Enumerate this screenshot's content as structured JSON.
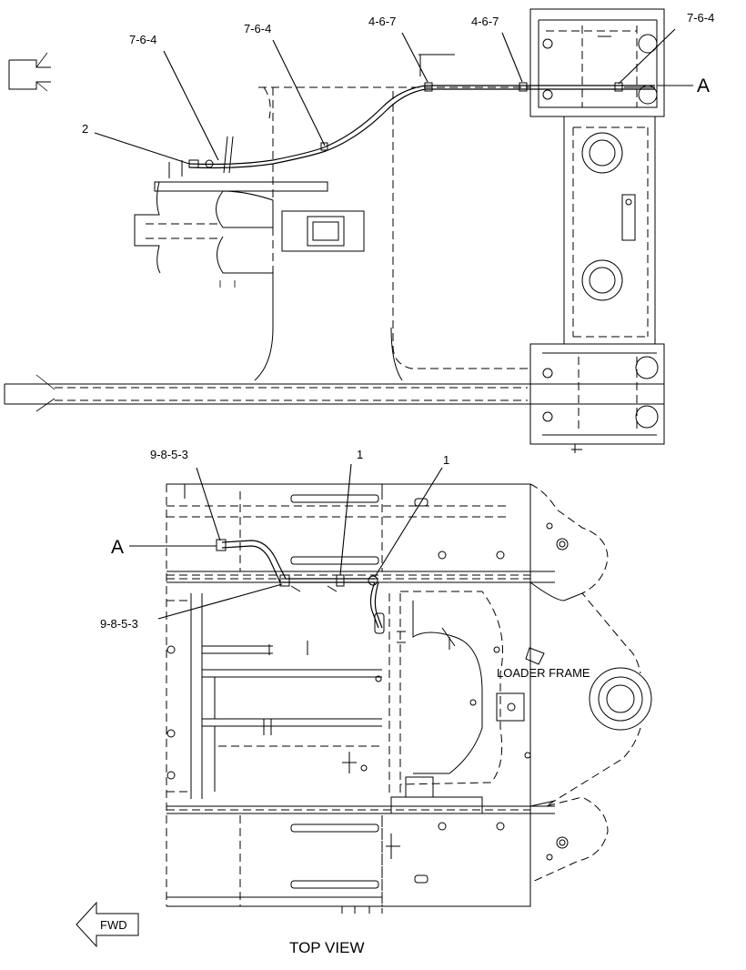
{
  "upper_view": {
    "callouts": [
      "7-6-4",
      "7-6-4",
      "4-6-7",
      "4-6-7",
      "7-6-4",
      "2"
    ],
    "section_ref": "A"
  },
  "lower_view": {
    "callouts": [
      "9-8-5-3",
      "1",
      "1",
      "9-8-5-3"
    ],
    "section_ref": "A",
    "frame_label": "LOADER FRAME"
  },
  "fwd_label": "FWD",
  "view_title": "TOP VIEW"
}
